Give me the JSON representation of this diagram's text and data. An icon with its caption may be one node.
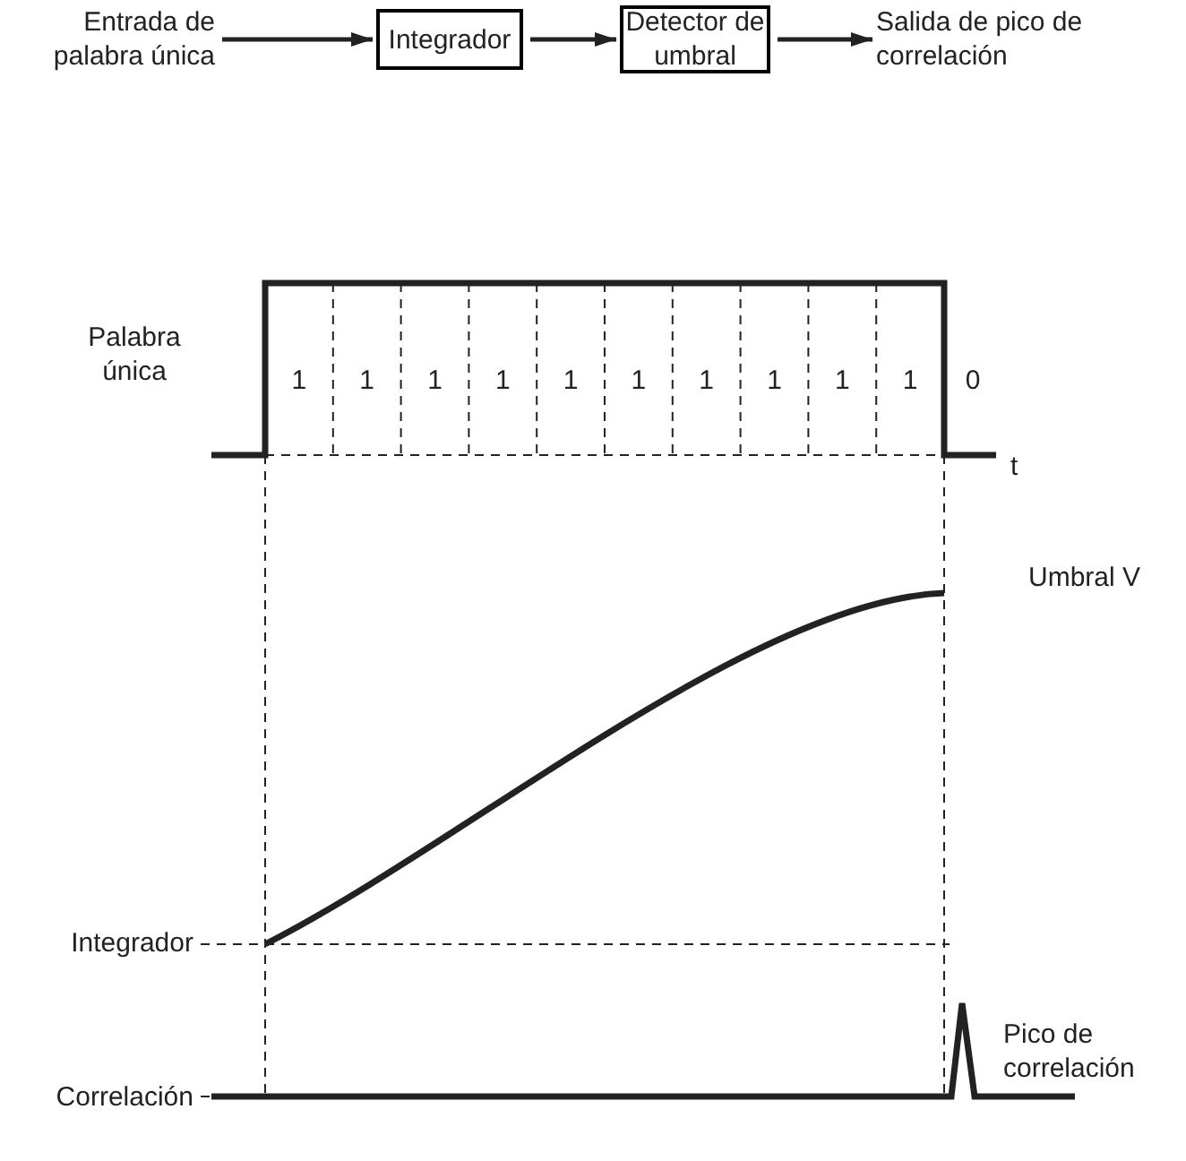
{
  "diagram": {
    "nodes": [
      {
        "text": [
          "Entrada de palabra única"
        ]
      },
      {
        "text": [
          "Integrador"
        ]
      },
      {
        "text": [
          "Detector de umbral"
        ]
      },
      {
        "text": [
          "Salida de pico de correlación"
        ]
      }
    ],
    "edges": [
      {
        "from": 0,
        "to": 1,
        "arrow": "to"
      },
      {
        "from": 1,
        "to": 2,
        "arrow": "to"
      },
      {
        "from": 2,
        "to": 3,
        "arrow": "to"
      }
    ],
    "labels": [
      "Palabra única",
      "1",
      "1",
      "1",
      "1",
      "1",
      "1",
      "1",
      "1",
      "1",
      "1",
      "0",
      "t",
      "Umbral V",
      "Integrador",
      "Pico de correlación",
      "Correlación"
    ]
  }
}
